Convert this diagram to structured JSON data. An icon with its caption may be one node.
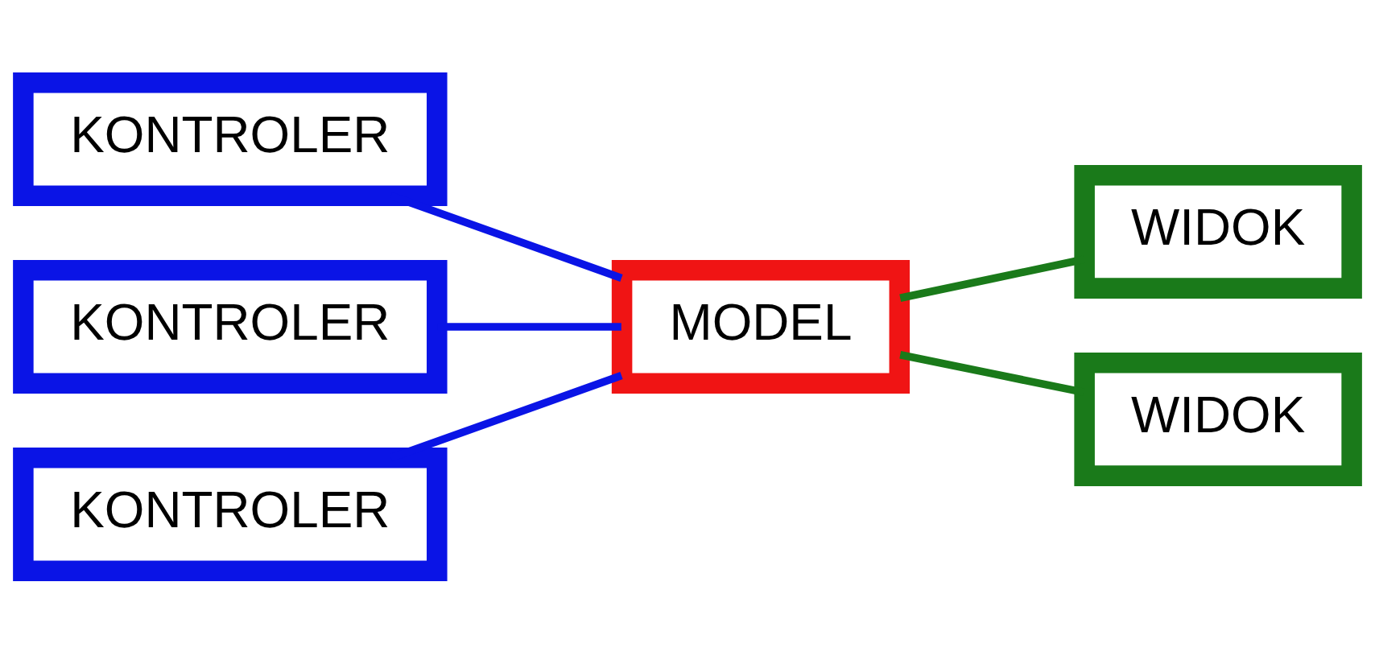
{
  "diagram": {
    "nodes": [
      {
        "text": [
          "KONTROLER"
        ]
      },
      {
        "text": [
          "KONTROLER"
        ]
      },
      {
        "text": [
          "KONTROLER"
        ]
      },
      {
        "text": [
          "MODEL"
        ]
      },
      {
        "text": [
          "WIDOK"
        ]
      },
      {
        "text": [
          "WIDOK"
        ]
      }
    ],
    "edges": [
      {
        "from": 0,
        "to": 3,
        "arrow": "none"
      },
      {
        "from": 1,
        "to": 3,
        "arrow": "none"
      },
      {
        "from": 2,
        "to": 3,
        "arrow": "none"
      },
      {
        "from": 3,
        "to": 4,
        "arrow": "none",
        "color": "#1a7a1a"
      },
      {
        "from": 3,
        "to": 5,
        "arrow": "none",
        "color": "#1a7a1a"
      }
    ]
  }
}
